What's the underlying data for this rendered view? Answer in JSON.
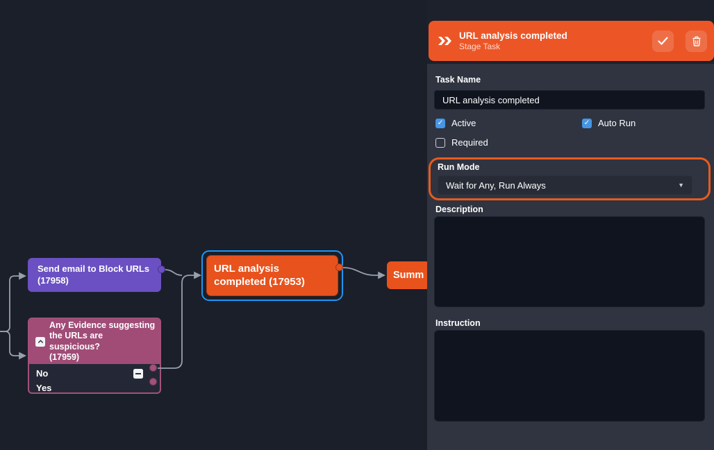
{
  "colors": {
    "accent_orange": "#ec5627",
    "node_orange": "#e8521d",
    "selection_blue": "#1f96f3",
    "checkbox_blue": "#4696e5",
    "node_purple": "#6a50c2",
    "node_mauve": "#a04c77",
    "panel_bg": "#2f3440",
    "canvas_bg": "#1b1f29",
    "edge_gray": "#97a0ae"
  },
  "canvas": {
    "nodes": {
      "send_email": {
        "lines": [
          "Send email to Block URLs",
          "(17958)"
        ]
      },
      "url_analysis": {
        "lines": [
          "URL analysis",
          "completed (17953)"
        ],
        "selected": true
      },
      "summary": {
        "label": "Summ"
      },
      "question": {
        "lines": [
          "Any Evidence suggesting",
          "the URLs are suspicious?",
          "(17959)"
        ],
        "options": [
          {
            "label": "No"
          },
          {
            "label": "Yes"
          }
        ]
      }
    }
  },
  "panel": {
    "header": {
      "title": "URL analysis completed",
      "subtitle": "Stage Task"
    },
    "task_name": {
      "label": "Task Name",
      "value": "URL analysis completed"
    },
    "active": {
      "label": "Active",
      "checked": true
    },
    "auto_run": {
      "label": "Auto Run",
      "checked": true
    },
    "required": {
      "label": "Required",
      "checked": false
    },
    "run_mode": {
      "label": "Run Mode",
      "value": "Wait for Any, Run Always"
    },
    "description": {
      "label": "Description",
      "value": ""
    },
    "instruction": {
      "label": "Instruction",
      "value": ""
    }
  }
}
